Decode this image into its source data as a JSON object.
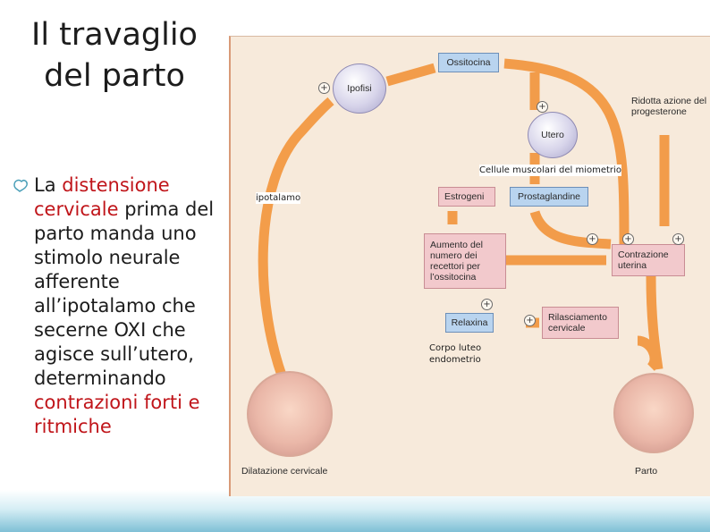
{
  "slide": {
    "title_line1": "Il travaglio",
    "title_line2": "del parto",
    "bullet_icon": "bullet-icon",
    "accent_color": "#c0151a",
    "body": {
      "p1": "La ",
      "p2": "distensione cervicale",
      "p3": " prima del parto manda uno stimolo neurale afferente all’ipotalamo che secerne OXI che agisce sull’utero, determinando ",
      "p4": "contrazioni forti e ritmiche"
    }
  },
  "figure": {
    "nodes": {
      "ipofisi": "Ipofisi",
      "ossitocina": "Ossitocina",
      "utero": "Utero",
      "ridotta": "Ridotta azione del progesterone",
      "estrogeni": "Estrogeni",
      "prostaglandine": "Prostaglandine",
      "aumento": "Aumento del numero dei recettori per l’ossitocina",
      "contrazione": "Contrazione uterina",
      "relaxina": "Relaxina",
      "rilasciamento": "Rilasciamento cervicale",
      "dilatazione": "Dilatazione cervicale",
      "parto": "Parto"
    },
    "annotations": {
      "cellule": "Cellule muscolari del miometrio",
      "ipotalamo": "ipotalamo",
      "corpo_luteo": "Corpo luteo",
      "endometrio": "endometrio"
    },
    "plus_sign": "+"
  }
}
